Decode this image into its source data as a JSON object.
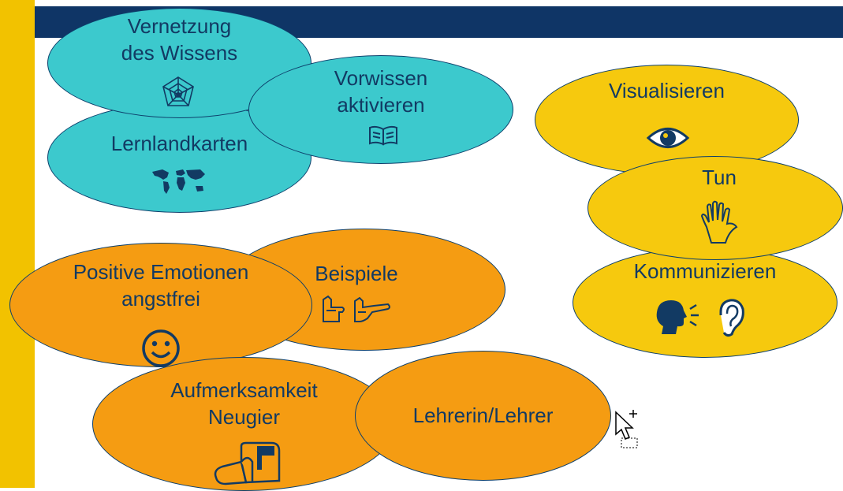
{
  "bubbles": {
    "vernetzung": {
      "line1": "Vernetzung",
      "line2": "des Wissens",
      "icon": "spider-web-icon"
    },
    "vorwissen": {
      "line1": "Vorwissen",
      "line2": "aktivieren",
      "icon": "open-book-icon"
    },
    "lernlandkarten": {
      "label": "Lernlandkarten",
      "icon": "world-map-icon"
    },
    "visualisieren": {
      "label": "Visualisieren",
      "icon": "eye-icon"
    },
    "tun": {
      "label": "Tun",
      "icon": "hand-icon"
    },
    "kommunizieren": {
      "label": "Kommunizieren",
      "icon": "speaking-head-icon",
      "icon2": "ear-icon"
    },
    "positive": {
      "line1": "Positive Emotionen",
      "line2": "angstfrei",
      "icon": "smiley-icon"
    },
    "beispiele": {
      "label": "Beispiele",
      "icon": "pointing-hands-icon"
    },
    "aufmerksamkeit": {
      "line1": "Aufmerksamkeit",
      "line2": "Neugier",
      "icon": "mailbox-icon"
    },
    "lehrer": {
      "label": "Lehrerin/Lehrer"
    }
  },
  "colors": {
    "teal": "#3cc9cd",
    "yellow": "#f6c90e",
    "orange": "#f59c12",
    "navy": "#0f3566",
    "sidebar": "#f2c200"
  },
  "cursor": {
    "icon": "move-cursor-icon"
  }
}
